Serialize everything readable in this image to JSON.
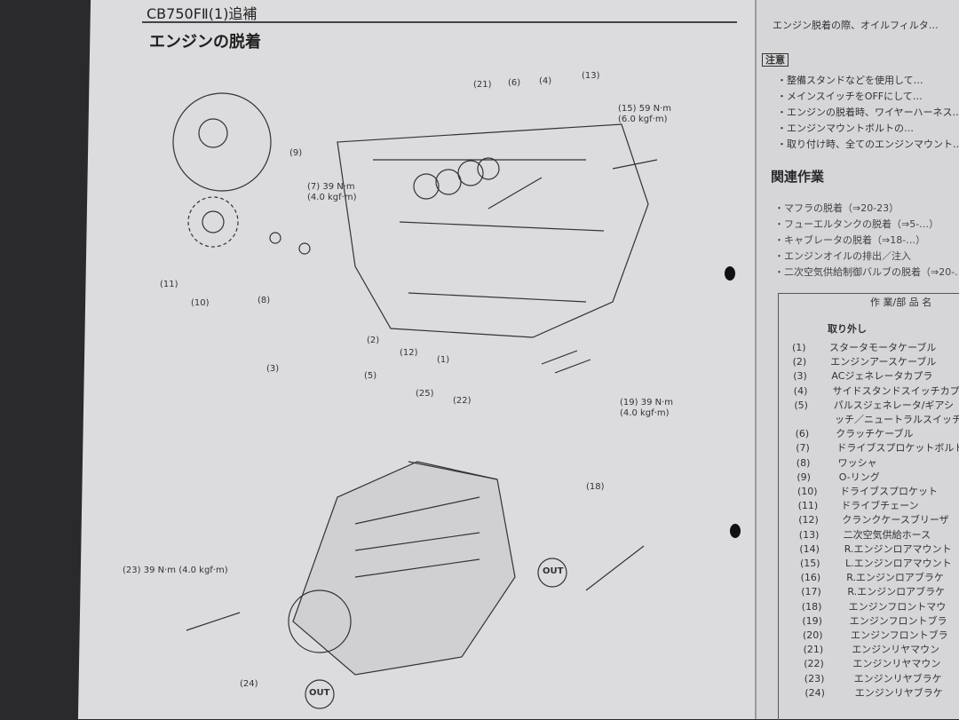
{
  "header": {
    "model": "CB750FⅡ(1)追補",
    "title": "エンジンの脱着"
  },
  "diagram": {
    "labels": [
      {
        "id": "21",
        "text": "(21)"
      },
      {
        "id": "6",
        "text": "(6)"
      },
      {
        "id": "4",
        "text": "(4)"
      },
      {
        "id": "13",
        "text": "(13)"
      },
      {
        "id": "15",
        "text": "(15) 59 N·m\n(6.0 kgf·m)"
      },
      {
        "id": "9",
        "text": "(9)"
      },
      {
        "id": "7",
        "text": "(7) 39 N·m\n(4.0 kgf·m)"
      },
      {
        "id": "11",
        "text": "(11)"
      },
      {
        "id": "10",
        "text": "(10)"
      },
      {
        "id": "8",
        "text": "(8)"
      },
      {
        "id": "2",
        "text": "(2)"
      },
      {
        "id": "12",
        "text": "(12)"
      },
      {
        "id": "1",
        "text": "(1)"
      },
      {
        "id": "3",
        "text": "(3)"
      },
      {
        "id": "5",
        "text": "(5)"
      },
      {
        "id": "25",
        "text": "(25)"
      },
      {
        "id": "22",
        "text": "(22)"
      },
      {
        "id": "19",
        "text": "(19) 39 N·m\n(4.0 kgf·m)"
      },
      {
        "id": "18",
        "text": "(18)"
      },
      {
        "id": "23",
        "text": "(23) 39 N·m (4.0 kgf·m)"
      },
      {
        "id": "24",
        "text": "(24)"
      },
      {
        "id": "out1",
        "text": "OUT"
      },
      {
        "id": "out2",
        "text": "OUT"
      }
    ]
  },
  "right": {
    "warning": "エンジン脱着の際、オイルフィルタ…",
    "caution_label": "注意",
    "caution": [
      "・整備スタンドなどを使用して…",
      "・メインスイッチをOFFにして…",
      "・エンジンの脱着時、ワイヤーハーネス…",
      "・エンジンマウントボルトの…",
      "・取り付け時、全てのエンジンマウント…"
    ],
    "related_title": "関連作業",
    "related": [
      "・マフラの脱着（⇒20-23）",
      "・フューエルタンクの脱着（⇒5-…）",
      "・キャブレータの脱着（⇒18-…）",
      "・エンジンオイルの排出／注入",
      "・二次空気供給制御バルブの脱着（⇒20-…）"
    ],
    "table_header": "作 業/部 品 名",
    "section": "取り外し",
    "rows": [
      {
        "n": "(1)",
        "t": "スタータモータケーブル"
      },
      {
        "n": "(2)",
        "t": "エンジンアースケーブル"
      },
      {
        "n": "(3)",
        "t": "ACジェネレータカプラ"
      },
      {
        "n": "(4)",
        "t": "サイドスタンドスイッチカプ"
      },
      {
        "n": "(5)",
        "t": "パルスジェネレータ/ギアシ"
      },
      {
        "n": "",
        "t": "ッチ／ニュートラルスイッチ"
      },
      {
        "n": "(6)",
        "t": "クラッチケーブル"
      },
      {
        "n": "(7)",
        "t": "ドライブスプロケットボルト"
      },
      {
        "n": "(8)",
        "t": "ワッシャ"
      },
      {
        "n": "(9)",
        "t": "O-リング"
      },
      {
        "n": "(10)",
        "t": "ドライブスプロケット"
      },
      {
        "n": "(11)",
        "t": "ドライブチェーン"
      },
      {
        "n": "(12)",
        "t": "クランクケースブリーザ"
      },
      {
        "n": "(13)",
        "t": "二次空気供給ホース"
      },
      {
        "n": "(14)",
        "t": "R.エンジンロアマウント"
      },
      {
        "n": "(15)",
        "t": "L.エンジンロアマウント"
      },
      {
        "n": "(16)",
        "t": "R.エンジンロアブラケ"
      },
      {
        "n": "(17)",
        "t": "R.エンジンロアブラケ"
      },
      {
        "n": "(18)",
        "t": "エンジンフロントマウ"
      },
      {
        "n": "(19)",
        "t": "エンジンフロントブラ"
      },
      {
        "n": "(20)",
        "t": "エンジンフロントブラ"
      },
      {
        "n": "(21)",
        "t": "エンジンリヤマウン"
      },
      {
        "n": "(22)",
        "t": "エンジンリヤマウン"
      },
      {
        "n": "(23)",
        "t": "エンジンリヤブラケ"
      },
      {
        "n": "(24)",
        "t": "エンジンリヤブラケ"
      }
    ]
  }
}
